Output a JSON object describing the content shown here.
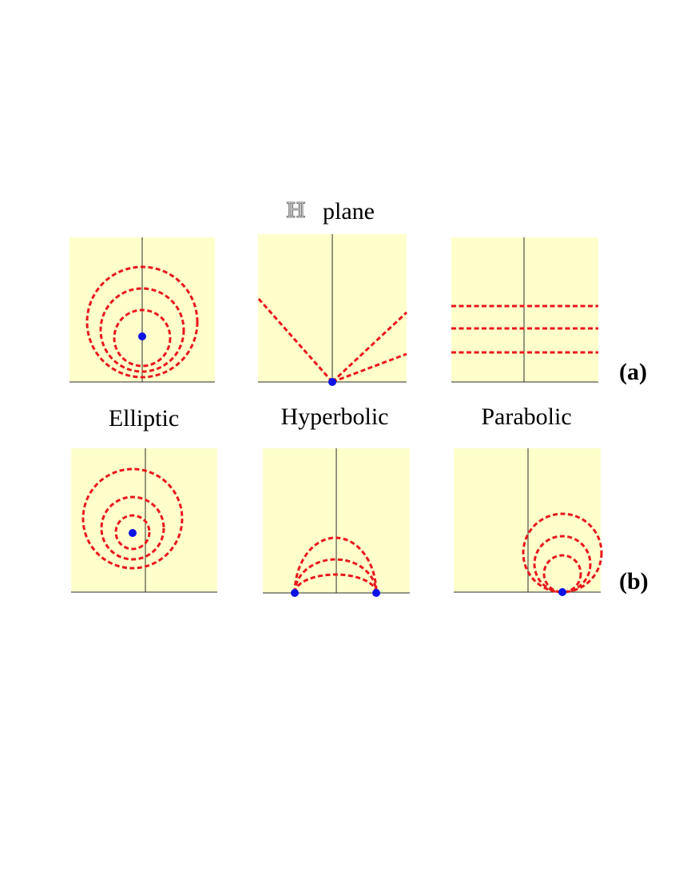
{
  "title": {
    "symbol": "ℍ",
    "text": "plane"
  },
  "column_labels": [
    "Elliptic",
    "Hyperbolic",
    "Parabolic"
  ],
  "row_labels": [
    "(a)",
    "(b)"
  ],
  "colors": {
    "panel": "#ffffcc",
    "curve": "#e8171a",
    "point": "#0b12e6",
    "axis": "#2b2b2b"
  }
}
